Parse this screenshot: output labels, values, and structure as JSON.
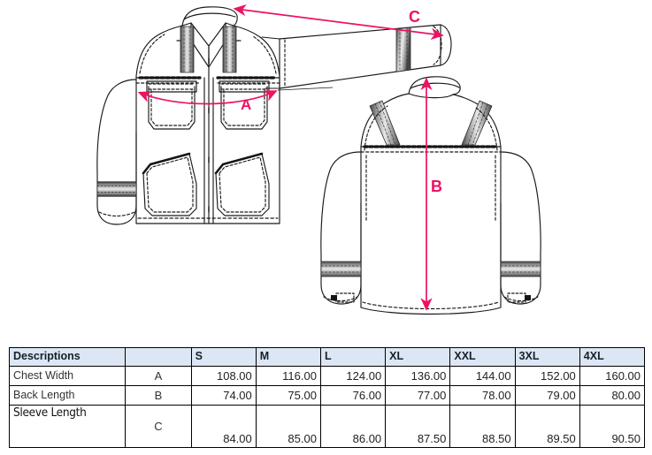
{
  "page": {
    "background": "#ffffff",
    "accent_pink": "#ee1164",
    "line_color": "#1a1a1a",
    "header_fill": "#dce6f4"
  },
  "diagram": {
    "front_view": {
      "name": "jacket-front-illustration",
      "description": "Technical flat drawing of work jacket front with collar, center front zip, two flap chest pockets, two angled lower pockets, reflective tape bands on shoulders and cuff"
    },
    "back_view": {
      "name": "jacket-back-illustration",
      "description": "Technical flat drawing of work jacket back with collar, yoke, reflective tape bands over shoulders, across back and on cuffs"
    },
    "extended_sleeve": {
      "name": "sleeve-extension-illustration",
      "description": "Extended sleeve drawn to the upper right with reflective tape band"
    },
    "measurements": [
      {
        "code": "A",
        "label": "A",
        "kind": "chest-width-arrow",
        "orientation": "horizontal"
      },
      {
        "code": "B",
        "label": "B",
        "kind": "back-length-arrow",
        "orientation": "vertical"
      },
      {
        "code": "C",
        "label": "C",
        "kind": "sleeve-length-arrow",
        "orientation": "diagonal"
      }
    ]
  },
  "table": {
    "name": "size-chart",
    "headers": [
      "Descriptions",
      "",
      "S",
      "M",
      "L",
      "XL",
      "XXL",
      "3XL",
      "4XL"
    ],
    "rows": [
      {
        "description": "Chest Width",
        "code": "A",
        "values": [
          "108.00",
          "116.00",
          "124.00",
          "136.00",
          "144.00",
          "152.00",
          "160.00"
        ]
      },
      {
        "description": "Back Length",
        "code": "B",
        "values": [
          "74.00",
          "75.00",
          "76.00",
          "77.00",
          "78.00",
          "79.00",
          "80.00"
        ]
      },
      {
        "description": "Sleeve Length",
        "code": "C",
        "values": [
          "84.00",
          "85.00",
          "86.00",
          "87.50",
          "88.50",
          "89.50",
          "90.50"
        ]
      }
    ]
  }
}
